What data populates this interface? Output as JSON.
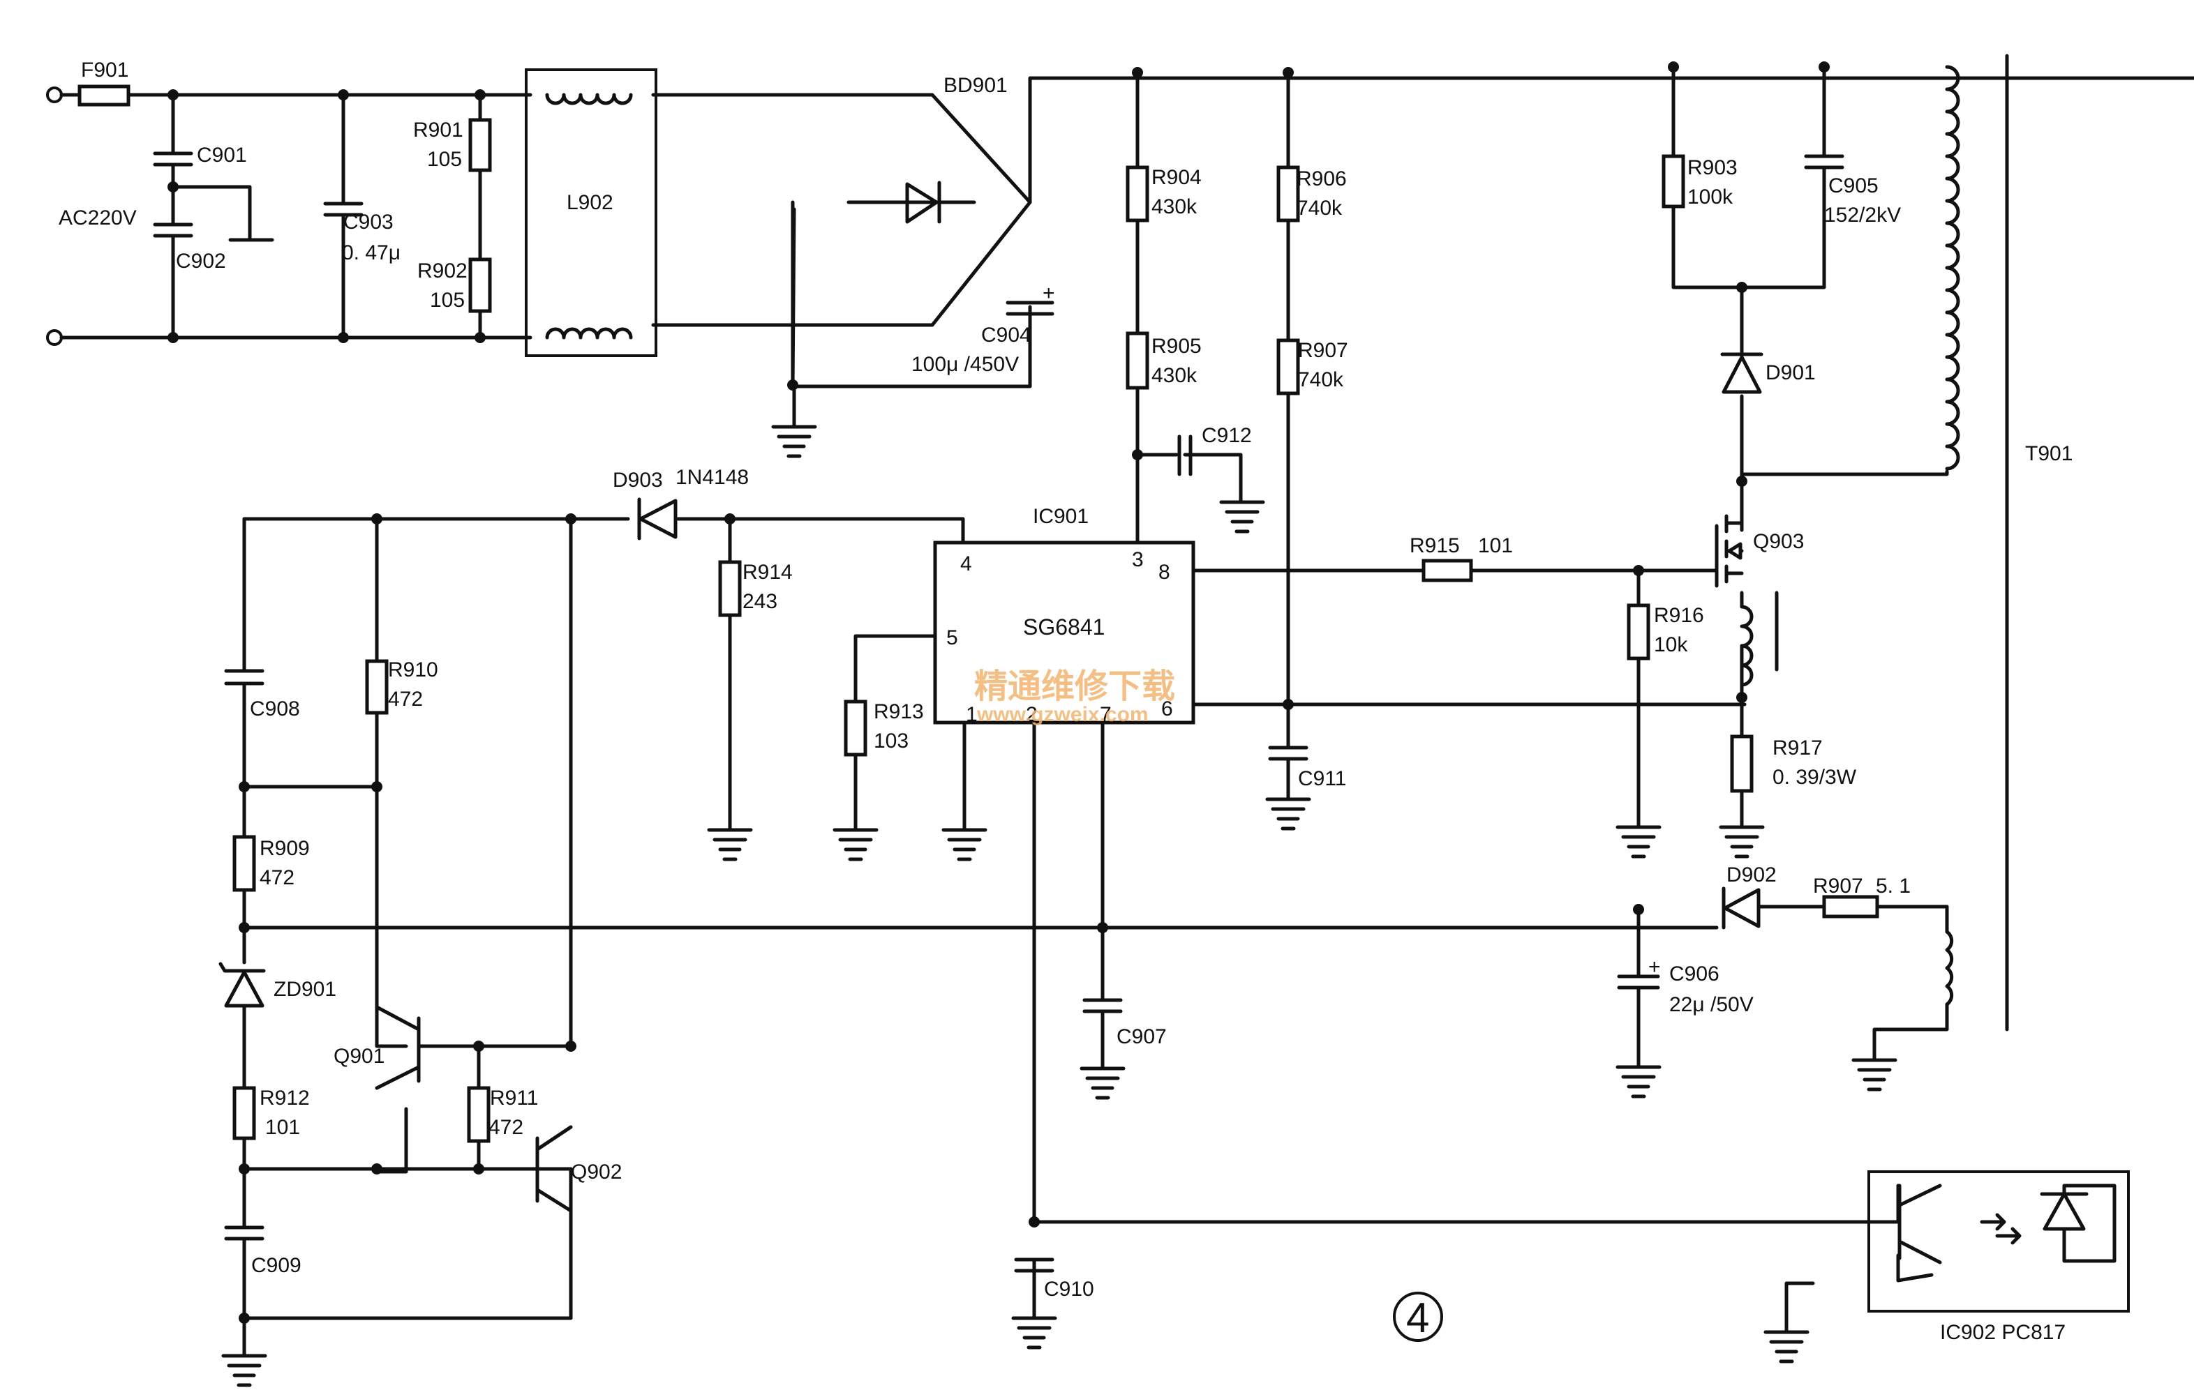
{
  "watermark": {
    "cn": "精通维修下载",
    "url": "www.gzweix.com"
  },
  "page_number": "4",
  "labels": {
    "F901": "F901",
    "C901": "C901",
    "AC": "AC220V",
    "C902": "C902",
    "C903": "C903",
    "C903v": "0. 47μ",
    "R901": "R901",
    "R901v": "105",
    "R902": "R902",
    "R902v": "105",
    "L902": "L902",
    "BD901": "BD901",
    "C904": "C904",
    "C904v": "100μ /450V",
    "R904": "R904",
    "R904v": "430k",
    "R905": "R905",
    "R905v": "430k",
    "R906": "R906",
    "R906v": "740k",
    "R907a": "R907",
    "R907av": "740k",
    "C912": "C912",
    "R903": "R903",
    "R903v": "100k",
    "C905": "C905",
    "C905v": "152/2kV",
    "D901": "D901",
    "T901": "T901",
    "D903": "D903",
    "D903v": "1N4148",
    "R914": "R914",
    "R914v": "243",
    "IC901": "IC901",
    "SG": "SG6841",
    "p4": "4",
    "p3": "3",
    "p8": "8",
    "p5": "5",
    "p1": "1",
    "p2": "2",
    "p7": "7",
    "p6": "6",
    "R913": "R913",
    "R913v": "103",
    "R915": "R915",
    "R915v": "101",
    "Q903": "Q903",
    "R916": "R916",
    "R916v": "10k",
    "R917": "R917",
    "R917v": "0. 39/3W",
    "C911": "C911",
    "R910": "R910",
    "R910v": "472",
    "C908": "C908",
    "R909": "R909",
    "R909v": "472",
    "ZD901": "ZD901",
    "Q901": "Q901",
    "R911": "R911",
    "R911v": "472",
    "R912": "R912",
    "R912v": "101",
    "Q902": "Q902",
    "C909": "C909",
    "C907": "C907",
    "C910": "C910",
    "D902": "D902",
    "R907b": "R907",
    "R907bv": "5. 1",
    "C906": "C906",
    "C906v": "22μ /50V",
    "IC902": "IC902  PC817",
    "plus": "+"
  }
}
